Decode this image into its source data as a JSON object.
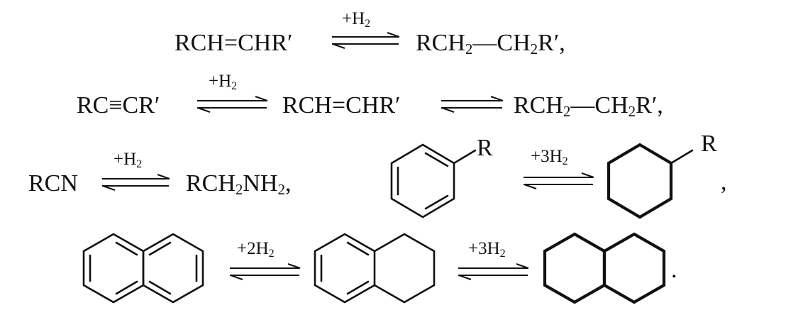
{
  "reactions": [
    {
      "id": "alkene",
      "reactant": [
        "RCH",
        "=",
        "CHR′"
      ],
      "condition": {
        "plus": "+H",
        "sub": "2"
      },
      "product": [
        "RCH",
        "2",
        "—CH",
        "2",
        "R′,"
      ]
    },
    {
      "id": "alkyne",
      "reactant": [
        "RC",
        "≡",
        "CR′"
      ],
      "condition": {
        "plus": "+H",
        "sub": "2"
      },
      "intermediate": [
        "RCH",
        "=",
        "CHR′"
      ],
      "product": [
        "RCH",
        "2",
        "—CH",
        "2",
        "R′,"
      ]
    },
    {
      "id": "nitrile",
      "reactant": [
        "RCN"
      ],
      "condition": {
        "plus": "+H",
        "sub": "2"
      },
      "product": [
        "RCH",
        "2",
        "NH",
        "2",
        ","
      ]
    },
    {
      "id": "benzene",
      "substituent": "R",
      "condition": {
        "plus": "+3H",
        "sub": "2"
      },
      "product_substituent": "R",
      "trailing": ","
    },
    {
      "id": "naphthalene",
      "condition1": {
        "plus": "+2H",
        "sub": "2"
      },
      "condition2": {
        "plus": "+3H",
        "sub": "2"
      },
      "trailing": "."
    }
  ]
}
